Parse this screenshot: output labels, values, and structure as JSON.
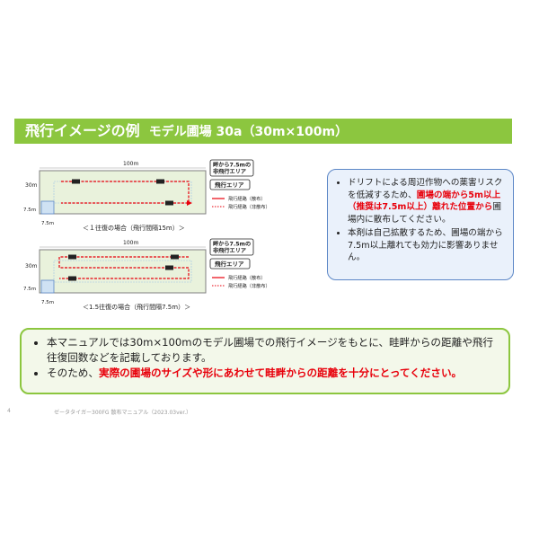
{
  "title": {
    "main": "飛行イメージの例",
    "sub": "モデル圃場 30a（30m×100m）"
  },
  "diagram_top": {
    "length_label": "100m",
    "width_label": "30m",
    "margin_v_label": "7.5m",
    "margin_h_label": "7.5m",
    "caption": "＜１往復の場合（飛行間隔15m）＞",
    "callout_no_fly_line1": "畔から7.5mの",
    "callout_no_fly_line2": "非飛行エリア",
    "callout_fly": "飛行エリア",
    "legend_spray": "飛行経路（散布）",
    "legend_no_spray": "飛行経路（非散布）"
  },
  "diagram_bottom": {
    "length_label": "100m",
    "width_label": "30m",
    "margin_v_label": "7.5m",
    "margin_h_label": "7.5m",
    "caption": "＜1.5往復の場合（飛行間隔7.5m）＞",
    "callout_no_fly_line1": "畔から7.5mの",
    "callout_no_fly_line2": "非飛行エリア",
    "callout_fly": "飛行エリア",
    "legend_spray": "飛行経路（散布）",
    "legend_no_spray": "飛行経路（非散布）"
  },
  "bubble": {
    "item1_pre": "ドリフトによる周辺作物への薬害リスクを低減するため、",
    "item1_red1": "圃場の端から5m以上（推奨は7.5m以上）離れた位置から",
    "item1_post": "圃場内に散布してください。",
    "item2": "本剤は自己拡散するため、圃場の端から7.5m以上離れても効力に影響ありません。"
  },
  "bottom": {
    "item1": "本マニュアルでは30m×100mのモデル圃場での飛行イメージをもとに、畦畔からの距離や飛行往復回数などを記載しております。",
    "item2_pre": "そのため、",
    "item2_red": "実際の圃場のサイズや形にあわせて畦畔からの距離を十分にとってください。"
  },
  "footer": {
    "page": "4",
    "text": "ゼータタイガー300FG 散布マニュアル（2023.03ver.）"
  },
  "colors": {
    "title_green": "#8cc63f",
    "field_fill": "#e9f2dc",
    "field_border": "#7f7f7f",
    "flight_red": "#e8000b",
    "bubble_blue": "#5b86c6",
    "bubble_fill": "#eaf1fb",
    "margin_blue": "#9dc3e6"
  },
  "icons": [
    "drone-icon",
    "start-square-icon"
  ]
}
